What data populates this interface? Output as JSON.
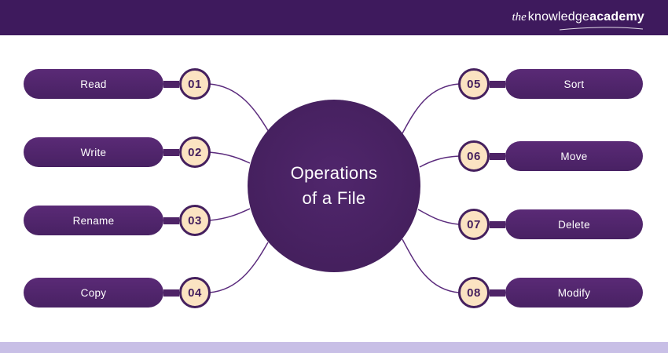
{
  "header": {
    "logo": {
      "the": "the",
      "knowledge": "knowledge",
      "academy": "academy"
    }
  },
  "center": {
    "line1": "Operations",
    "line2": "of a File"
  },
  "left_items": [
    {
      "label": "Read",
      "number": "01"
    },
    {
      "label": "Write",
      "number": "02"
    },
    {
      "label": "Rename",
      "number": "03"
    },
    {
      "label": "Copy",
      "number": "04"
    }
  ],
  "right_items": [
    {
      "label": "Sort",
      "number": "05"
    },
    {
      "label": "Move",
      "number": "06"
    },
    {
      "label": "Delete",
      "number": "07"
    },
    {
      "label": "Modify",
      "number": "08"
    }
  ],
  "colors": {
    "header_bg": "#3E1A5D",
    "footer_bg": "#C8BFE6",
    "pill_bg": "#4E2367",
    "center_circle_bg": "#45205E",
    "badge_bg": "#FBE3C2",
    "badge_border": "#45205E",
    "connector_line": "#5B2B7D",
    "text_on_dark": "#FFFFFF"
  }
}
